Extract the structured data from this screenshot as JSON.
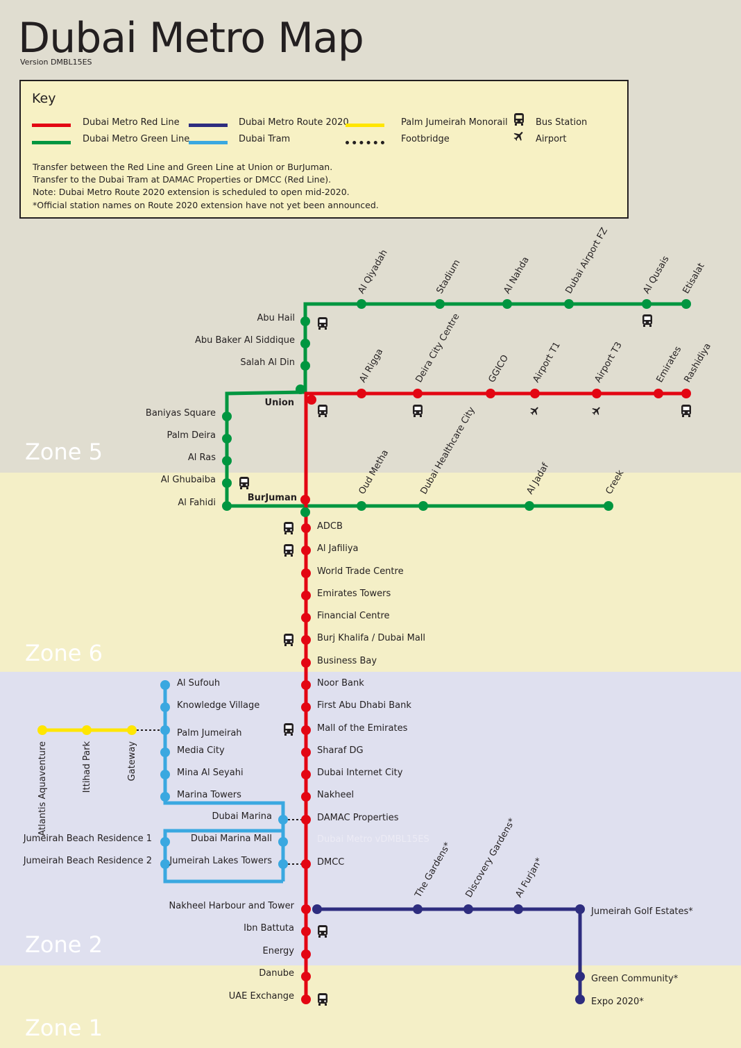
{
  "title": "Dubai Metro Map",
  "version": "Version DMBL15ES",
  "zones": [
    "Zone 5",
    "Zone 6",
    "Zone 2",
    "Zone 1"
  ],
  "colors": {
    "red_line": "#e30613",
    "green_line": "#009640",
    "route_2020": "#2e2d7f",
    "tram": "#3aa8e0",
    "monorail": "#ffe600",
    "zone5_bg": "#e0ddd0",
    "zone6_bg": "#f4efc7",
    "zone2_bg": "#dfe0ef"
  },
  "key": {
    "title": "Key",
    "legend": {
      "red_line": "Dubai Metro Red Line",
      "green_line": "Dubai Metro Green Line",
      "route_2020": "Dubai Metro Route 2020",
      "tram": "Dubai Tram",
      "monorail": "Palm Jumeirah Monorail",
      "footbridge": "Footbridge",
      "bus": "Bus Station",
      "airport": "Airport"
    },
    "notes": [
      "Transfer between the Red Line and Green Line at Union or BurJuman.",
      "Transfer to the Dubai Tram at DAMAC Properties or DMCC (Red Line).",
      "Note: Dubai Metro Route 2020 extension is scheduled to open mid-2020.",
      "*Official station names on Route 2020 extension have not yet been announced."
    ]
  },
  "watermark": "Dubai Metro vDMBL15ES",
  "stations": {
    "green_top": [
      "Al Qiyadah",
      "Stadium",
      "Al Nahda",
      "Dubai Airport FZ",
      "Al Qusais",
      "Etisalat"
    ],
    "green_vertical": [
      "Abu Hail",
      "Abu Baker Al Siddique",
      "Salah Al Din"
    ],
    "union": "Union",
    "red_east": [
      "Al Rigga",
      "Deira City Centre",
      "GGICO",
      "Airport T1",
      "Airport T3",
      "Emirates",
      "Rashidiya"
    ],
    "green_west": [
      "Baniyas Square",
      "Palm Deira",
      "Al Ras",
      "Al Ghubaiba",
      "Al Fahidi"
    ],
    "burjuman": "BurJuman",
    "green_south": [
      "Oud Metha",
      "Dubai Healthcare City",
      "Al Jadaf",
      "Creek"
    ],
    "red_south": [
      "ADCB",
      "Al Jafiliya",
      "World Trade Centre",
      "Emirates Towers",
      "Financial Centre",
      "Burj Khalifa / Dubai Mall",
      "Business Bay",
      "Noor Bank",
      "First Abu Dhabi Bank",
      "Mall of the Emirates",
      "Sharaf DG",
      "Dubai Internet City",
      "Nakheel",
      "DAMAC Properties",
      "DMCC"
    ],
    "red_bottom": [
      "Nakheel Harbour and Tower",
      "Ibn Battuta",
      "Energy",
      "Danube",
      "UAE Exchange"
    ],
    "route_2020": [
      "The Gardens*",
      "Discovery Gardens*",
      "Al Furjan*",
      "Jumeirah Golf Estates*",
      "Green Community*",
      "Expo 2020*"
    ],
    "tram_left": [
      "Al Sufouh",
      "Knowledge Village",
      "Palm Jumeirah",
      "Media City",
      "Mina Al Seyahi",
      "Marina Towers"
    ],
    "tram_right": [
      "Dubai Marina",
      "Dubai Marina Mall",
      "Jumeirah Lakes Towers"
    ],
    "tram_jbr": [
      "Jumeirah Beach Residence 1",
      "Jumeirah Beach Residence 2"
    ],
    "monorail": [
      "Atlantis Aquaventure",
      "Ittihad Park",
      "Gateway"
    ]
  }
}
